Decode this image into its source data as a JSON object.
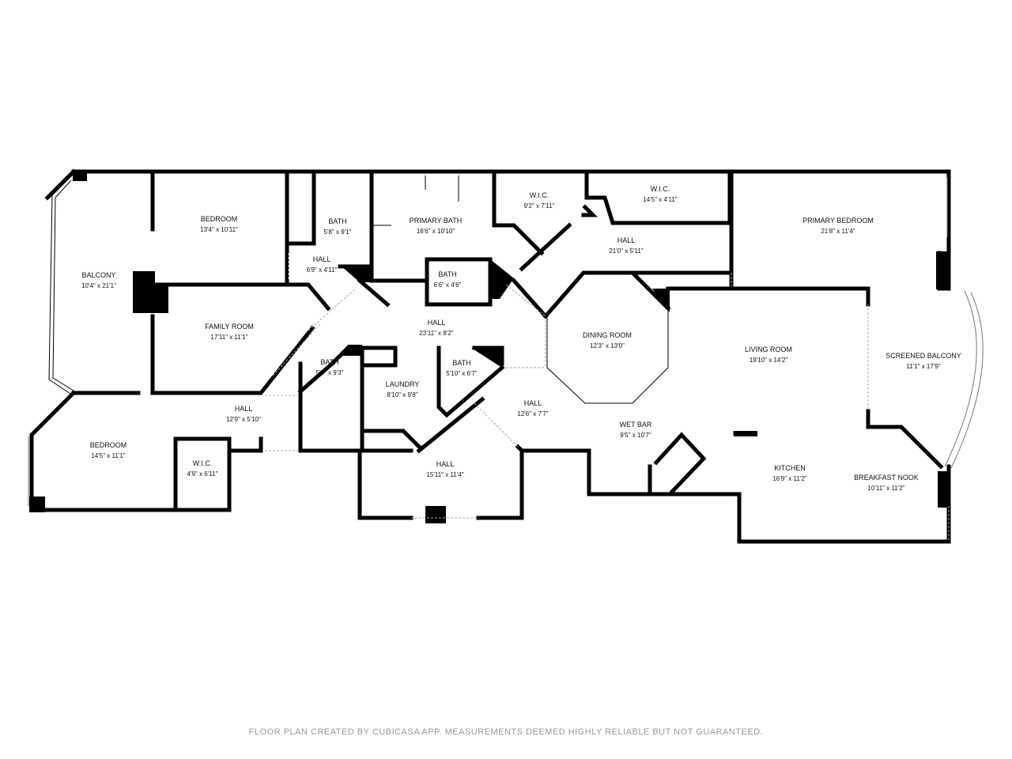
{
  "footer": "FLOOR PLAN CREATED BY CUBICASA APP. MEASUREMENTS DEEMED HIGHLY RELIABLE BUT NOT GUARANTEED.",
  "rooms": {
    "balcony": {
      "name": "BALCONY",
      "dim": "10'4\" x 21'1\""
    },
    "bedroom1": {
      "name": "BEDROOM",
      "dim": "13'4\" x 10'11\""
    },
    "bath1": {
      "name": "BATH",
      "dim": "5'8\" x 9'1\""
    },
    "primary_bath": {
      "name": "PRIMARY BATH",
      "dim": "16'6\" x 10'10\""
    },
    "wic1": {
      "name": "W.I.C.",
      "dim": "9'2\" x 7'11\""
    },
    "wic2": {
      "name": "W.I.C.",
      "dim": "14'5\" x 4'11\""
    },
    "primary_bedroom": {
      "name": "PRIMARY BEDROOM",
      "dim": "21'8\" x 11'4\""
    },
    "hall1": {
      "name": "HALL",
      "dim": "6'9\" x 4'11\""
    },
    "bath2": {
      "name": "BATH",
      "dim": "6'6\" x 4'6\""
    },
    "hall2": {
      "name": "HALL",
      "dim": "21'0\" x 5'11\""
    },
    "family_room": {
      "name": "FAMILY ROOM",
      "dim": "17'11\" x 11'1\""
    },
    "hall3": {
      "name": "HALL",
      "dim": "23'11\" x 8'2\""
    },
    "dining_room": {
      "name": "DINING ROOM",
      "dim": "12'3\" x 13'0\""
    },
    "living_room": {
      "name": "LIVING ROOM",
      "dim": "19'10\" x 14'2\""
    },
    "screened_balcony": {
      "name": "SCREENED BALCONY",
      "dim": "11'1\" x 17'9\""
    },
    "bath3": {
      "name": "BATH",
      "dim": "5'6\" x 9'3\""
    },
    "laundry": {
      "name": "LAUNDRY",
      "dim": "8'10\" x 9'8\""
    },
    "bath4": {
      "name": "BATH",
      "dim": "5'10\" x 6'7\""
    },
    "hall4": {
      "name": "HALL",
      "dim": "12'9\" x 5'10\""
    },
    "hall5": {
      "name": "HALL",
      "dim": "12'6\" x 7'7\""
    },
    "wet_bar": {
      "name": "WET BAR",
      "dim": "9'5\" x 10'7\""
    },
    "bedroom2": {
      "name": "BEDROOM",
      "dim": "14'5\" x 11'1\""
    },
    "wic3": {
      "name": "W.I.C.",
      "dim": "4'9\" x 6'11\""
    },
    "hall6": {
      "name": "HALL",
      "dim": "15'11\" x 11'4\""
    },
    "kitchen": {
      "name": "KITCHEN",
      "dim": "16'9\" x 11'2\""
    },
    "breakfast_nook": {
      "name": "BREAKFAST NOOK",
      "dim": "10'11\" x 11'2\""
    }
  }
}
